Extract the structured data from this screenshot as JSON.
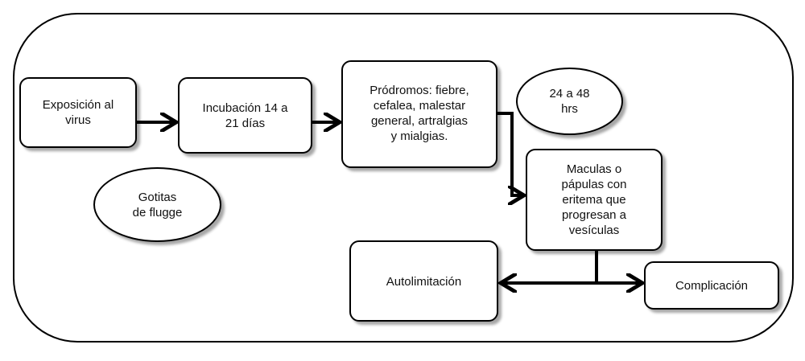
{
  "diagram": {
    "nodes": {
      "exposicion": "Exposición al\nvirus",
      "incubacion": "Incubación 14 a\n21 días",
      "prodromos": "Pródromos: fiebre,\ncefalea, malestar\ngeneral, artralgias\ny mialgias.",
      "horas": "24 a 48\nhrs",
      "maculas": "Maculas o\npápulas con\neritema que\nprogresan a\nvesículas",
      "gotitas": "Gotitas\nde flugge",
      "autolimitacion": "Autolimitación",
      "complicacion": "Complicación"
    },
    "colors": {
      "stroke": "#000000",
      "fill": "#ffffff",
      "text": "#111111"
    }
  }
}
